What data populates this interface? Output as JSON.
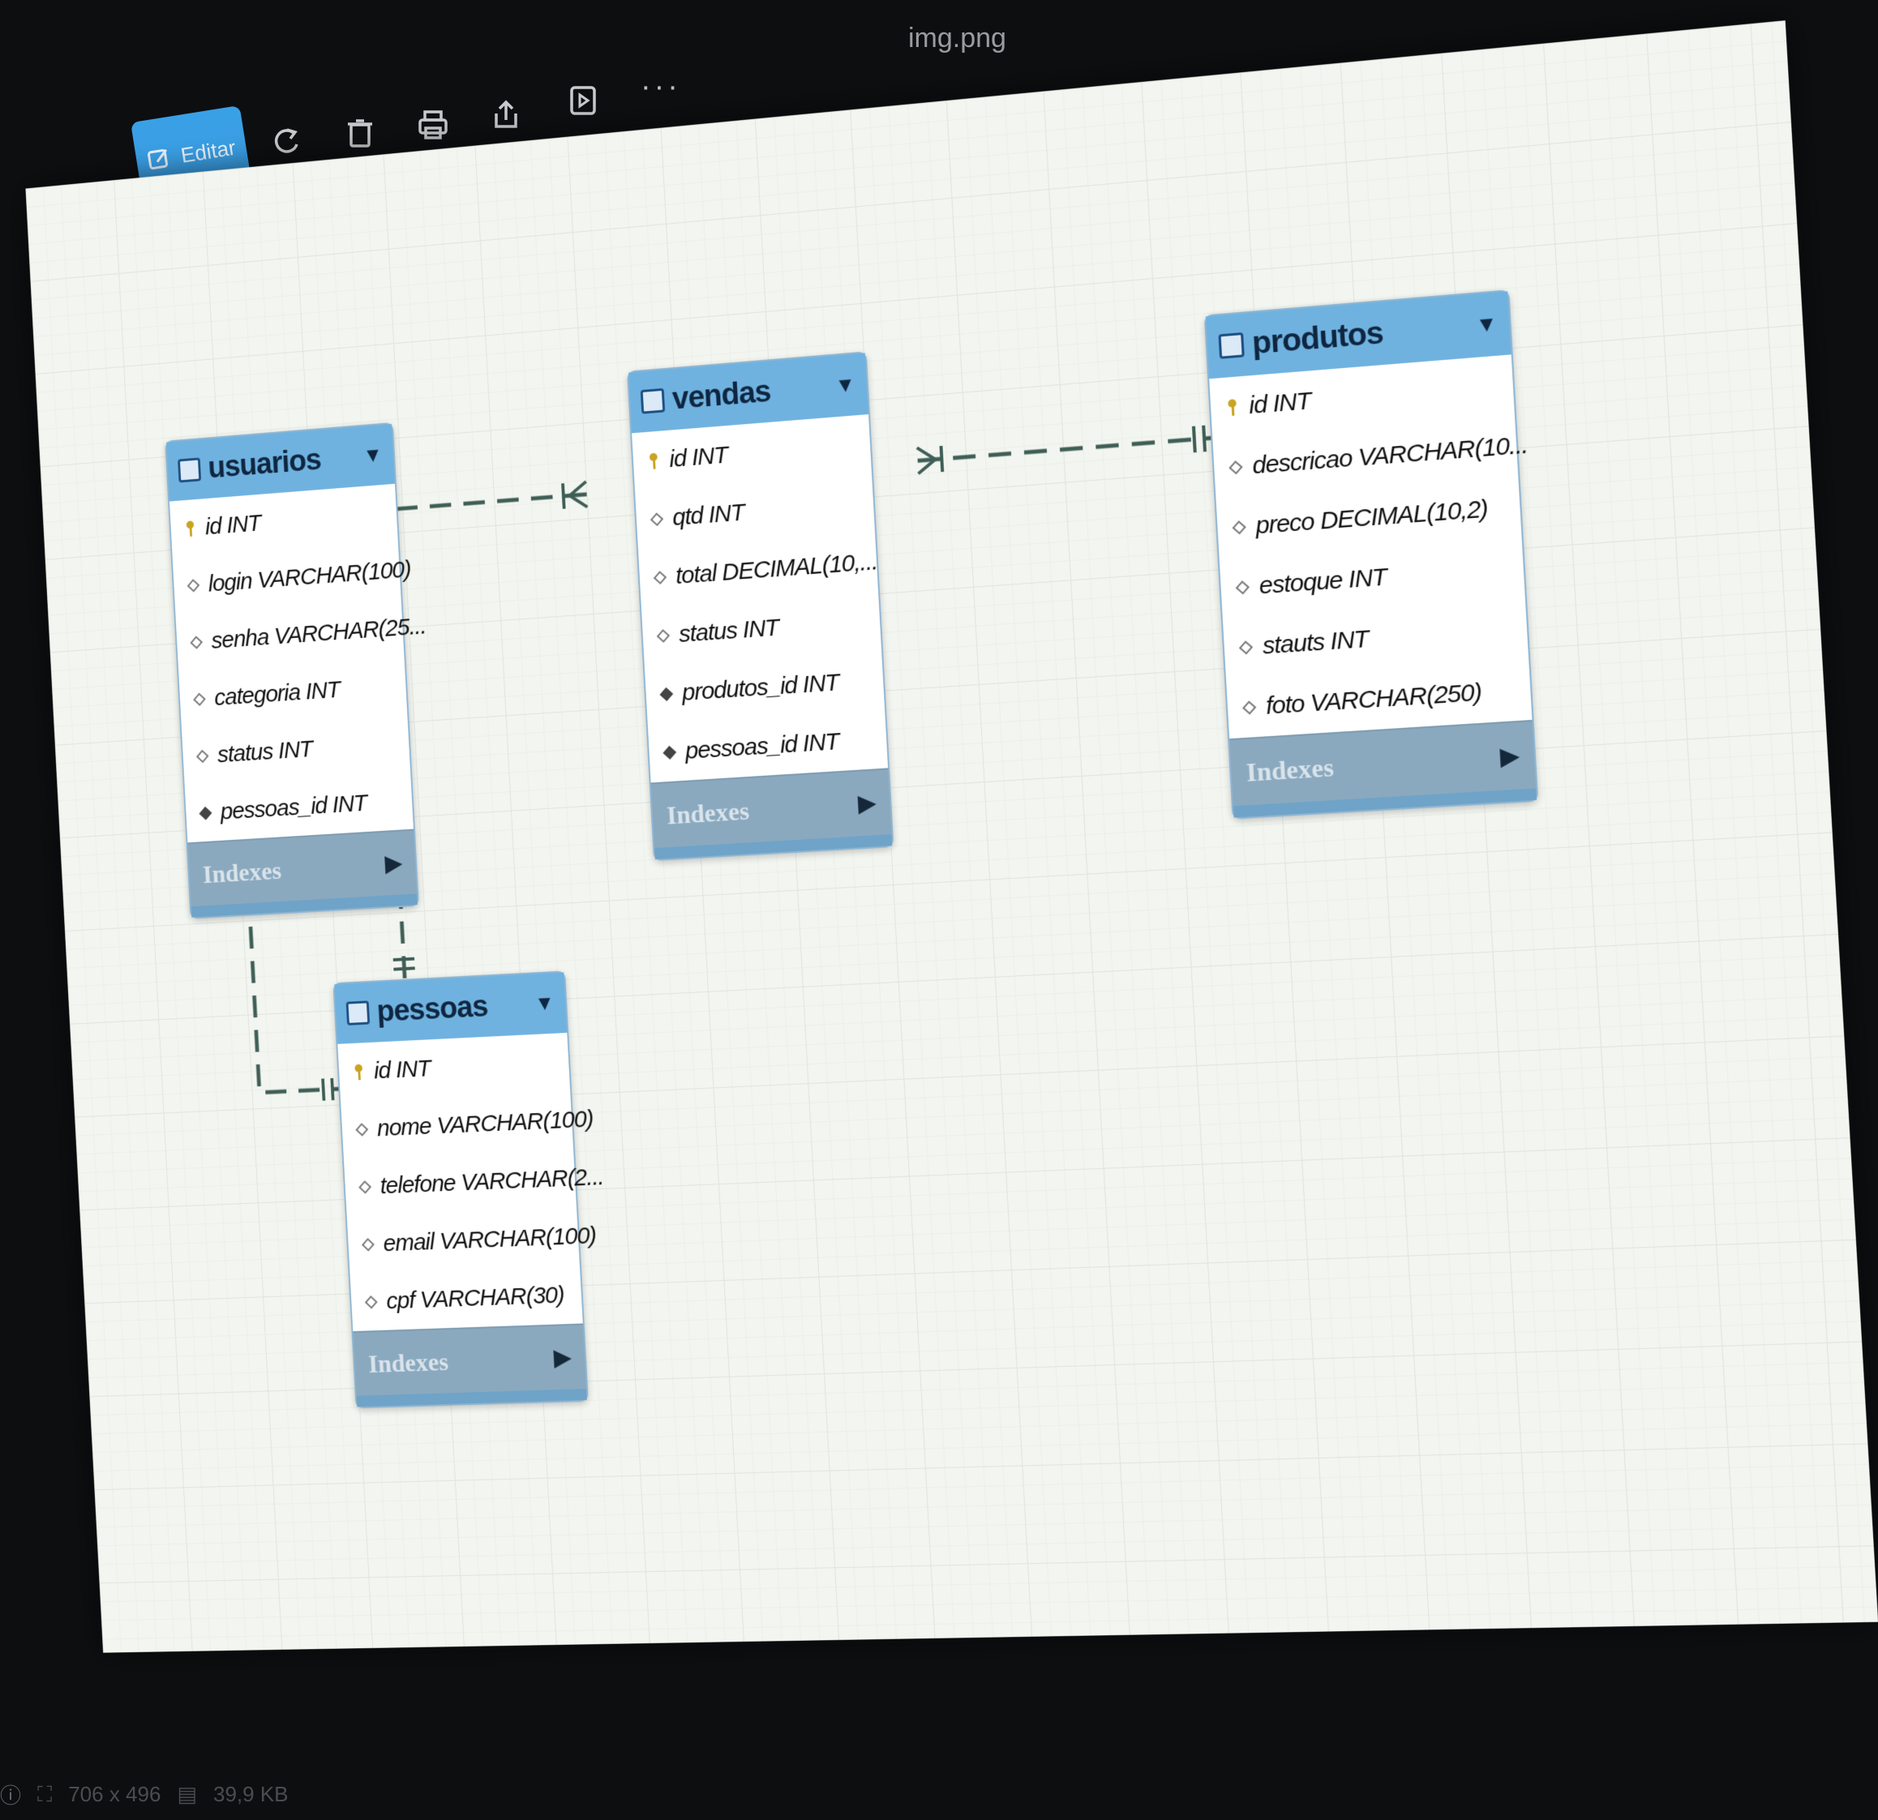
{
  "window": {
    "file_name": "img.png",
    "edit_label": "Editar",
    "more_label": "···",
    "toolbar_icons": [
      "edit-icon",
      "rotate-icon",
      "delete-icon",
      "print-icon",
      "share-icon",
      "slideshow-icon"
    ]
  },
  "diagram": {
    "indexes_label": "Indexes",
    "tables": {
      "usuarios": {
        "name": "usuarios",
        "columns": [
          {
            "text": "id INT",
            "kind": "pk"
          },
          {
            "text": "login VARCHAR(100)",
            "kind": "col"
          },
          {
            "text": "senha VARCHAR(25...",
            "kind": "col"
          },
          {
            "text": "categoria INT",
            "kind": "col"
          },
          {
            "text": "status INT",
            "kind": "col"
          },
          {
            "text": "pessoas_id INT",
            "kind": "fk"
          }
        ]
      },
      "vendas": {
        "name": "vendas",
        "columns": [
          {
            "text": "id INT",
            "kind": "pk"
          },
          {
            "text": "qtd INT",
            "kind": "col"
          },
          {
            "text": "total DECIMAL(10,...",
            "kind": "col"
          },
          {
            "text": "status INT",
            "kind": "col"
          },
          {
            "text": "produtos_id INT",
            "kind": "fk"
          },
          {
            "text": "pessoas_id INT",
            "kind": "fk"
          }
        ]
      },
      "produtos": {
        "name": "produtos",
        "columns": [
          {
            "text": "id INT",
            "kind": "pk"
          },
          {
            "text": "descricao VARCHAR(10...",
            "kind": "col"
          },
          {
            "text": "preco DECIMAL(10,2)",
            "kind": "col"
          },
          {
            "text": "estoque INT",
            "kind": "col"
          },
          {
            "text": "stauts INT",
            "kind": "col"
          },
          {
            "text": "foto VARCHAR(250)",
            "kind": "col"
          }
        ]
      },
      "pessoas": {
        "name": "pessoas",
        "columns": [
          {
            "text": "id INT",
            "kind": "pk"
          },
          {
            "text": "nome VARCHAR(100)",
            "kind": "col"
          },
          {
            "text": "telefone VARCHAR(2...",
            "kind": "col"
          },
          {
            "text": "email VARCHAR(100)",
            "kind": "col"
          },
          {
            "text": "cpf VARCHAR(30)",
            "kind": "col"
          }
        ]
      }
    },
    "relationships": [
      {
        "from": "vendas",
        "to": "produtos"
      },
      {
        "from": "vendas",
        "to": "pessoas"
      },
      {
        "from": "usuarios",
        "to": "pessoas"
      }
    ],
    "colors": {
      "header": "#6fb2e0",
      "indexes": "#8aa9bf",
      "grid": "#e0e4dd"
    }
  },
  "status_bar": {
    "dimensions": "706 x 496",
    "size": "39,9 KB"
  }
}
